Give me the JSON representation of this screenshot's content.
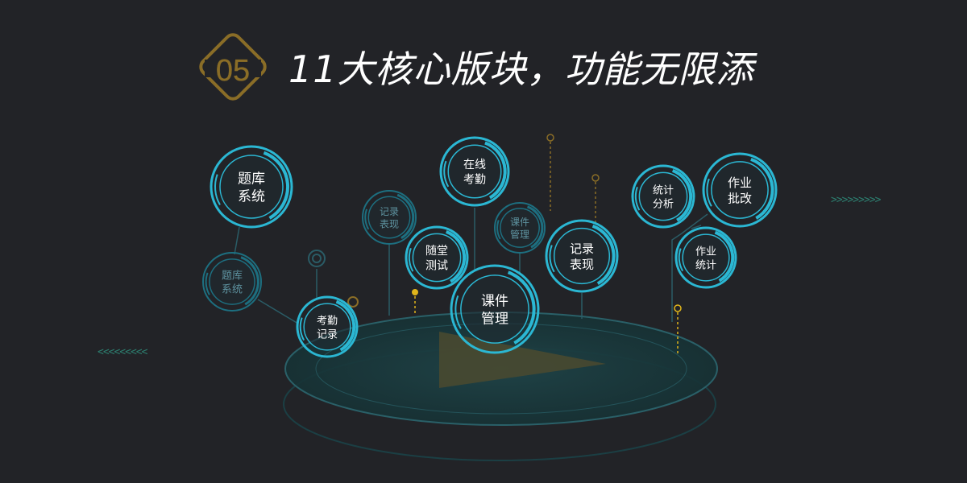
{
  "header": {
    "badge_number": "05",
    "headline": "11大核心版块，功能无限添"
  },
  "decor": {
    "arrows_right": ">>>>>>>>>",
    "arrows_left": "<<<<<<<<<"
  },
  "colors": {
    "background": "#222327",
    "ring_bright": "#2bb7d3",
    "ring_dim": "#1d6f80",
    "text_bright": "#ffffff",
    "text_dim": "#5e93a0",
    "gold": "#8a6d27",
    "yellow": "#e0b51b",
    "platform": "#1c3c40"
  },
  "nodes": [
    {
      "id": "tiku-main",
      "lines": [
        "题库",
        "系统"
      ],
      "style": "bright"
    },
    {
      "id": "tiku-ghost",
      "lines": [
        "题库",
        "系统"
      ],
      "style": "dim"
    },
    {
      "id": "kaoqin-jilu",
      "lines": [
        "考勤",
        "记录"
      ],
      "style": "bright"
    },
    {
      "id": "jilu-biaoxian-dim",
      "lines": [
        "记录",
        "表现"
      ],
      "style": "dim"
    },
    {
      "id": "suitang-ceshi",
      "lines": [
        "随堂",
        "测试"
      ],
      "style": "bright"
    },
    {
      "id": "zaixian-kaoqin",
      "lines": [
        "在线",
        "考勤"
      ],
      "style": "bright"
    },
    {
      "id": "kejian-guanli-dim",
      "lines": [
        "课件",
        "管理"
      ],
      "style": "dim"
    },
    {
      "id": "kejian-guanli-main",
      "lines": [
        "课件",
        "管理"
      ],
      "style": "bright"
    },
    {
      "id": "jilu-biaoxian",
      "lines": [
        "记录",
        "表现"
      ],
      "style": "bright"
    },
    {
      "id": "tongji-fenxi",
      "lines": [
        "统计",
        "分析"
      ],
      "style": "bright"
    },
    {
      "id": "zuoye-pigai",
      "lines": [
        "作业",
        "批改"
      ],
      "style": "bright"
    },
    {
      "id": "zuoye-tongji",
      "lines": [
        "作业",
        "统计"
      ],
      "style": "bright"
    }
  ]
}
